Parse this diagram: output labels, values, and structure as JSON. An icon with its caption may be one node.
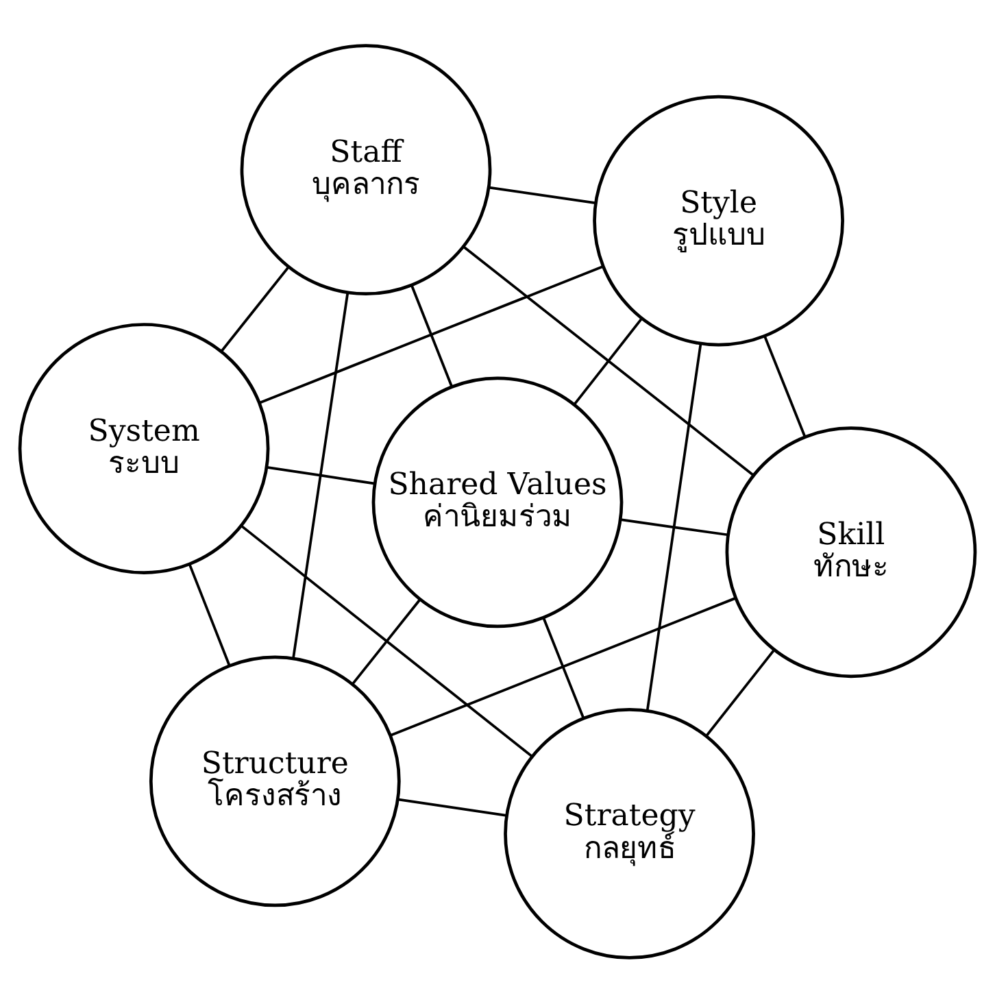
{
  "diagram": {
    "nodes": [
      {
        "text": [
          "Strategy",
          "กลยุทธ์"
        ]
      },
      {
        "text": [
          "Structure",
          "โครงสร้าง"
        ]
      },
      {
        "text": [
          "Skill",
          "ทักษะ"
        ]
      },
      {
        "text": [
          "Shared Values",
          "ค่านิยมร่วม"
        ]
      },
      {
        "text": [
          "System",
          "ระบบ"
        ]
      },
      {
        "text": [
          "Style",
          "รูปแบบ"
        ]
      },
      {
        "text": [
          "Staff",
          "บุคลากร"
        ]
      }
    ],
    "edges": [
      {
        "from": 0,
        "to": 1,
        "arrow": "none"
      },
      {
        "from": 0,
        "to": 2,
        "arrow": "none"
      },
      {
        "from": 1,
        "to": 4,
        "arrow": "none"
      },
      {
        "from": 2,
        "to": 5,
        "arrow": "none"
      },
      {
        "from": 4,
        "to": 6,
        "arrow": "none"
      },
      {
        "from": 5,
        "to": 6,
        "arrow": "none"
      },
      {
        "from": 0,
        "to": 3,
        "arrow": "none"
      },
      {
        "from": 1,
        "to": 3,
        "arrow": "none"
      },
      {
        "from": 2,
        "to": 3,
        "arrow": "none"
      },
      {
        "from": 3,
        "to": 4,
        "arrow": "none"
      },
      {
        "from": 3,
        "to": 5,
        "arrow": "none"
      },
      {
        "from": 3,
        "to": 6,
        "arrow": "none"
      },
      {
        "from": 1,
        "to": 2,
        "arrow": "none"
      },
      {
        "from": 4,
        "to": 5,
        "arrow": "none"
      },
      {
        "from": 0,
        "to": 4,
        "arrow": "none"
      },
      {
        "from": 0,
        "to": 5,
        "arrow": "none"
      },
      {
        "from": 1,
        "to": 6,
        "arrow": "none"
      },
      {
        "from": 2,
        "to": 6,
        "arrow": "none"
      }
    ]
  }
}
